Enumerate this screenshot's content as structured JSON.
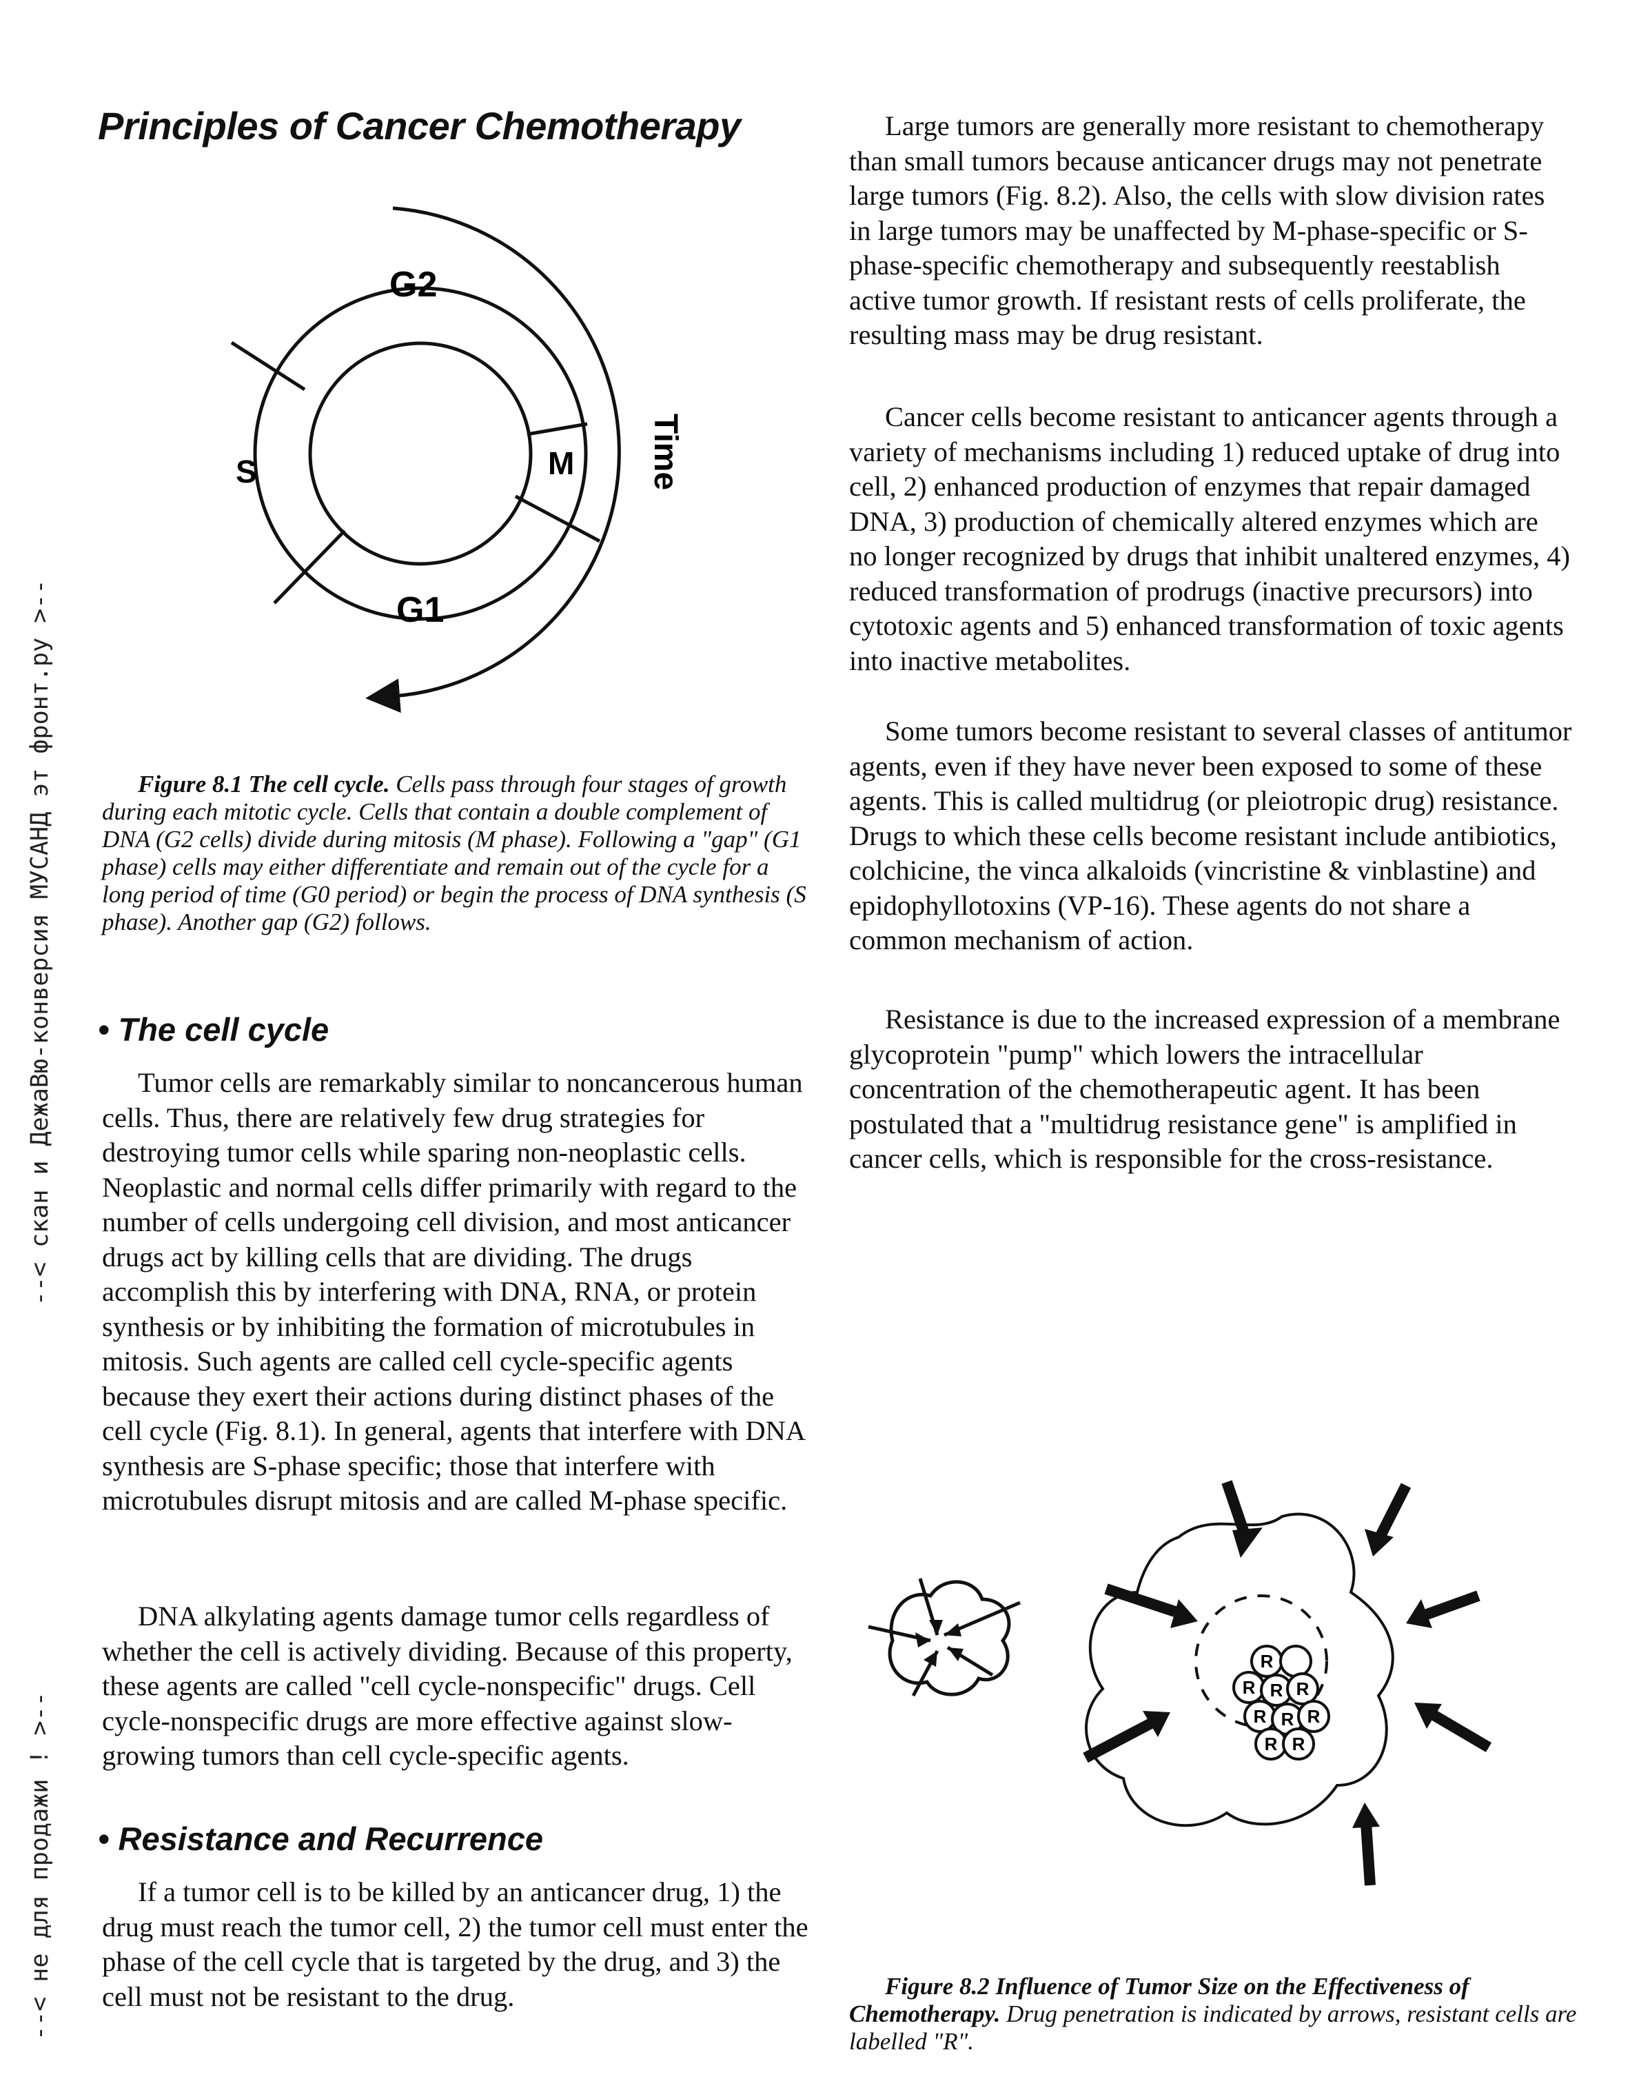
{
  "side_watermark": {
    "upper": "--< скан и ДежаВю-конверсия МУСАНД эт фронт.ру >--",
    "lower": "--< не для продажи ! >--"
  },
  "page_title": "Principles of Cancer Chemotherapy",
  "figure_8_1": {
    "labels": {
      "g2": "G2",
      "s": "S",
      "m": "M",
      "g1": "G1",
      "time": "Time"
    },
    "caption_label": "Figure 8.1 The cell cycle.",
    "caption_text": "Cells pass through four stages of growth during each mitotic cycle. Cells that contain a double complement of DNA (G2 cells) divide during mitosis (M phase). Following a \"gap\" (G1 phase) cells may either differentiate and remain out of the cycle for a long period of time (G0 period) or begin the process of DNA synthesis (S phase). Another gap (G2) follows."
  },
  "section_cell_cycle": {
    "heading": "• The cell cycle",
    "para1": "Tumor cells are remarkably similar to noncancerous human cells. Thus, there are relatively few drug strategies for destroying tumor cells while sparing non-neoplastic cells. Neoplastic and normal cells differ primarily with regard to the number of cells undergoing cell division, and most anticancer drugs act by killing cells that are dividing. The drugs accomplish this by interfering with DNA, RNA, or protein synthesis or by inhibiting the formation of microtubules in mitosis. Such agents are called cell cycle-specific agents because they exert their actions during distinct phases of the cell cycle (Fig. 8.1). In general, agents that interfere with DNA synthesis are S-phase specific; those that interfere with microtubules disrupt mitosis and are called M-phase specific.",
    "para2": "DNA alkylating agents damage tumor cells regardless of whether the cell is actively dividing. Because of this property, these agents are called \"cell cycle-nonspecific\" drugs. Cell cycle-nonspecific drugs are more effective against slow-growing tumors than cell cycle-specific agents."
  },
  "section_resistance": {
    "heading": "• Resistance and Recurrence",
    "para1": "If a tumor cell is to be killed by an anticancer drug, 1) the drug must reach the tumor cell, 2) the tumor cell must enter the phase of the cell cycle that is targeted by the drug, and 3) the cell must not be resistant to the drug."
  },
  "right_column": {
    "para1": "Large tumors are generally more resistant to chemotherapy than small tumors because anticancer drugs may not penetrate large tumors (Fig. 8.2). Also, the cells with slow division rates in large tumors may be unaffected by M-phase-specific or S-phase-specific chemotherapy and subsequently reestablish active tumor growth. If resistant rests of cells proliferate, the resulting mass may be drug resistant.",
    "para2": "Cancer cells become resistant to anticancer agents through a variety of mechanisms including 1) reduced uptake of drug into cell, 2) enhanced production of enzymes that repair damaged DNA, 3) production of chemically altered enzymes which are no longer recognized by drugs that inhibit unaltered enzymes, 4) reduced transformation of prodrugs (inactive precursors) into cytotoxic agents and 5) enhanced transformation of toxic agents into inactive metabolites.",
    "para3": "Some tumors become resistant to several classes of antitumor agents, even if they have never been exposed to some of these agents. This is called multidrug (or pleiotropic drug) resistance. Drugs to which these cells become resistant include antibiotics, colchicine, the vinca alkaloids (vincristine & vinblastine) and epidophyllotoxins (VP-16). These agents do not share a common mechanism of action.",
    "para4": "Resistance is due to the increased expression of a membrane glycoprotein \"pump\" which lowers the intracellular concentration of the chemotherapeutic agent. It has been postulated that a \"multidrug resistance gene\" is amplified in cancer cells, which is responsible for the cross-resistance."
  },
  "figure_8_2": {
    "resistant_label": "R",
    "caption_label": "Figure 8.2 Influence of Tumor Size on the Effectiveness of Chemotherapy.",
    "caption_text": "Drug penetration is indicated by arrows, resistant cells are labelled \"R\"."
  }
}
